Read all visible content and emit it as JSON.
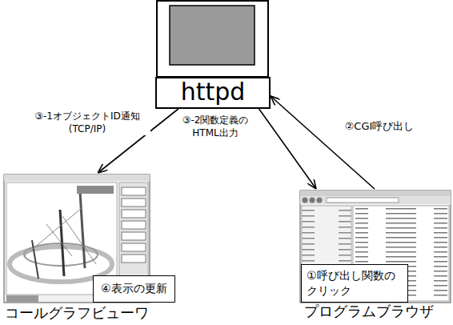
{
  "diagram": {
    "nodes": [
      {
        "text": [
          "httpd"
        ]
      },
      {
        "text": [
          "コールグラフビューワ"
        ]
      },
      {
        "text": [
          "④表示の更新"
        ],
        "in": 1
      },
      {
        "text": [
          "プログラムブラウザ"
        ]
      },
      {
        "text": [
          "①呼び出し関数のクリック"
        ],
        "in": 3
      }
    ],
    "edges": [
      {
        "from": 0,
        "to": 1,
        "arrow": "to",
        "label": "③-1オブジェクトID通知 (TCP/IP)"
      },
      {
        "from": 3,
        "to": 0,
        "arrow": "to",
        "label": "②CGI呼び出し"
      },
      {
        "from": 0,
        "to": 3,
        "arrow": "to",
        "label": "③-2関数定義の HTML出力"
      }
    ]
  }
}
